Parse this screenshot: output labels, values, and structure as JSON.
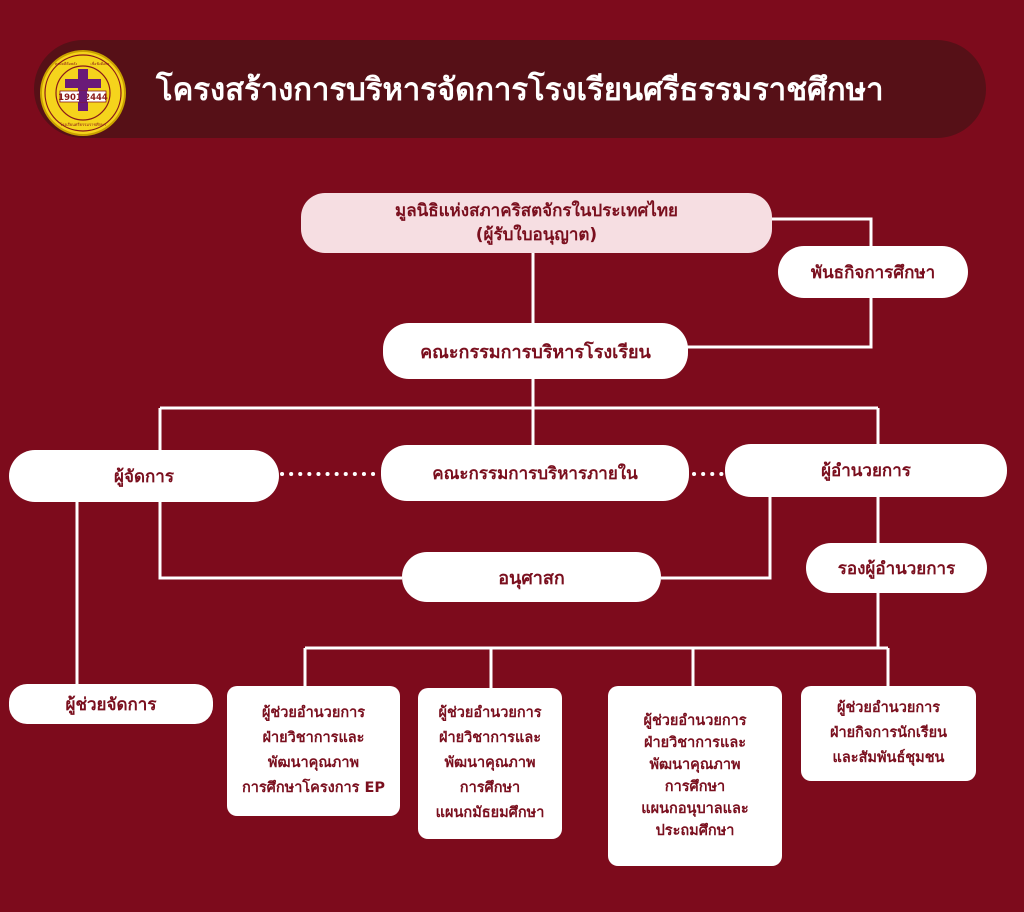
{
  "header": {
    "title": "โครงสร้างการบริหารจัดการโรงเรียนศรีธรรมราชศึกษา",
    "logo": {
      "icon": "school-crest-icon",
      "year_left": "1901",
      "year_right": "2444",
      "arc_top_left": "สามัคคีคือพลัง",
      "arc_top_right": "เชื่อฟังคือพร",
      "arc_bottom": "โรงเรียนศรีธรรมราชศึกษา",
      "colors": {
        "gold": "#f5d41c",
        "cross": "#6a1a78"
      }
    }
  },
  "colors": {
    "background": "#7d0b1c",
    "title_bar": "#561017",
    "box": "#ffffff",
    "top_box": "#f6dee2",
    "box_text": "#7a0f1e",
    "connector": "#ffffff"
  },
  "org": {
    "foundation": {
      "line1": "มูลนิธิแห่งสภาคริสตจักรในประเทศไทย",
      "line2": "(ผู้รับใบอนุญาต)"
    },
    "mission": "พันธกิจการศึกษา",
    "board": "คณะกรรมการบริหารโรงเรียน",
    "manager": "ผู้จัดการ",
    "internal_committee": "คณะกรรมการบริหารภายใน",
    "director": "ผู้อำนวยการ",
    "chaplain": "อนุศาสก",
    "deputy_director": "รองผู้อำนวยการ",
    "assistant_manager": "ผู้ช่วยจัดการ",
    "assistant_ep": {
      "l1": "ผู้ช่วยอำนวยการ",
      "l2": "ฝ่ายวิชาการและ",
      "l3": "พัฒนาคุณภาพ",
      "l4": "การศึกษาโครงการ EP"
    },
    "assistant_secondary": {
      "l1": "ผู้ช่วยอำนวยการ",
      "l2": "ฝ่ายวิชาการและ",
      "l3": "พัฒนาคุณภาพ",
      "l4": "การศึกษา",
      "l5": "แผนกมัธยมศึกษา"
    },
    "assistant_primary": {
      "l1": "ผู้ช่วยอำนวยการ",
      "l2": "ฝ่ายวิชาการและ",
      "l3": "พัฒนาคุณภาพ",
      "l4": "การศึกษา",
      "l5": "แผนกอนุบาลและ",
      "l6": "ประถมศึกษา"
    },
    "assistant_student": {
      "l1": "ผู้ช่วยอำนวยการ",
      "l2": "ฝ่ายกิจการนักเรียน",
      "l3": "และสัมพันธ์ชุมชน"
    }
  }
}
